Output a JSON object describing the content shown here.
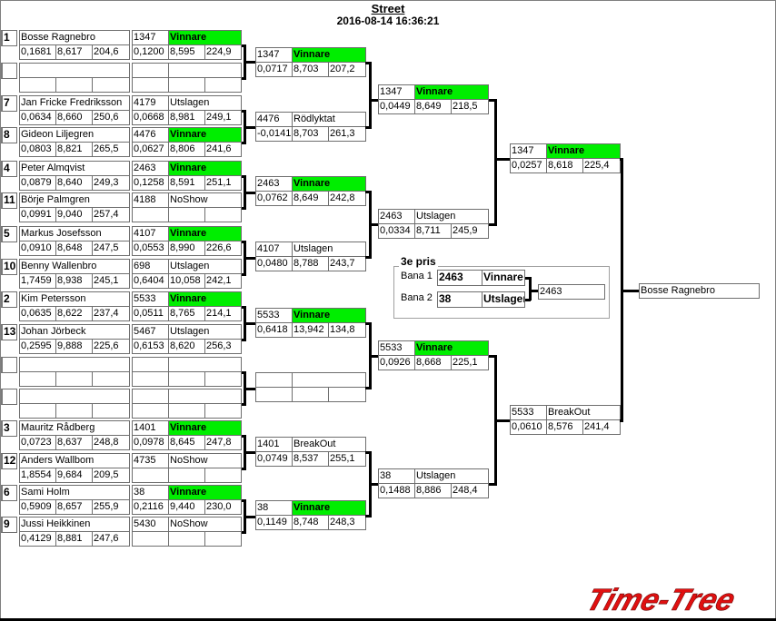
{
  "header": {
    "title": "Street",
    "timestamp": "2016-08-14 16:36:21"
  },
  "colors": {
    "winner": "#00ee00",
    "logo": "#e01010"
  },
  "round1": [
    {
      "seed": "1",
      "name": "Bosse Ragnebro",
      "rt": "0,1681",
      "et": "8,617",
      "speed": "204,6",
      "car": "1347",
      "status": "Vinnare",
      "r_rt": "0,1200",
      "r_et": "8,595",
      "r_speed": "224,9",
      "win": true
    },
    {
      "seed": "",
      "name": "",
      "rt": "",
      "et": "",
      "speed": "",
      "car": "",
      "status": "",
      "r_rt": "",
      "r_et": "",
      "r_speed": "",
      "win": false
    },
    {
      "seed": "7",
      "name": "Jan Fricke Fredriksson",
      "rt": "0,0634",
      "et": "8,660",
      "speed": "250,6",
      "car": "4179",
      "status": "Utslagen",
      "r_rt": "0,0668",
      "r_et": "8,981",
      "r_speed": "249,1",
      "win": false
    },
    {
      "seed": "8",
      "name": "Gideon Liljegren",
      "rt": "0,0803",
      "et": "8,821",
      "speed": "265,5",
      "car": "4476",
      "status": "Vinnare",
      "r_rt": "0,0627",
      "r_et": "8,806",
      "r_speed": "241,6",
      "win": true
    },
    {
      "seed": "4",
      "name": "Peter Almqvist",
      "rt": "0,0879",
      "et": "8,640",
      "speed": "249,3",
      "car": "2463",
      "status": "Vinnare",
      "r_rt": "0,1258",
      "r_et": "8,591",
      "r_speed": "251,1",
      "win": true
    },
    {
      "seed": "11",
      "name": "Börje Palmgren",
      "rt": "0,0991",
      "et": "9,040",
      "speed": "257,4",
      "car": "4188",
      "status": "NoShow",
      "r_rt": "",
      "r_et": "",
      "r_speed": "",
      "win": false
    },
    {
      "seed": "5",
      "name": "Markus Josefsson",
      "rt": "0,0910",
      "et": "8,648",
      "speed": "247,5",
      "car": "4107",
      "status": "Vinnare",
      "r_rt": "0,0553",
      "r_et": "8,990",
      "r_speed": "226,6",
      "win": true
    },
    {
      "seed": "10",
      "name": "Benny Wallenbro",
      "rt": "1,7459",
      "et": "8,938",
      "speed": "245,1",
      "car": "698",
      "status": "Utslagen",
      "r_rt": "0,6404",
      "r_et": "10,058",
      "r_speed": "242,1",
      "win": false
    },
    {
      "seed": "2",
      "name": "Kim Petersson",
      "rt": "0,0635",
      "et": "8,622",
      "speed": "237,4",
      "car": "5533",
      "status": "Vinnare",
      "r_rt": "0,0511",
      "r_et": "8,765",
      "r_speed": "214,1",
      "win": true
    },
    {
      "seed": "13",
      "name": "Johan Jörbeck",
      "rt": "0,2595",
      "et": "9,888",
      "speed": "225,6",
      "car": "5467",
      "status": "Utslagen",
      "r_rt": "0,6153",
      "r_et": "8,620",
      "r_speed": "256,3",
      "win": false
    },
    {
      "seed": "",
      "name": "",
      "rt": "",
      "et": "",
      "speed": "",
      "car": "",
      "status": "",
      "r_rt": "",
      "r_et": "",
      "r_speed": "",
      "win": false
    },
    {
      "seed": "",
      "name": "",
      "rt": "",
      "et": "",
      "speed": "",
      "car": "",
      "status": "",
      "r_rt": "",
      "r_et": "",
      "r_speed": "",
      "win": false
    },
    {
      "seed": "3",
      "name": "Mauritz Rådberg",
      "rt": "0,0723",
      "et": "8,637",
      "speed": "248,8",
      "car": "1401",
      "status": "Vinnare",
      "r_rt": "0,0978",
      "r_et": "8,645",
      "r_speed": "247,8",
      "win": true
    },
    {
      "seed": "12",
      "name": "Anders  Wallbom",
      "rt": "1,8554",
      "et": "9,684",
      "speed": "209,5",
      "car": "4735",
      "status": "NoShow",
      "r_rt": "",
      "r_et": "",
      "r_speed": "",
      "win": false
    },
    {
      "seed": "6",
      "name": "Sami Holm",
      "rt": "0,5909",
      "et": "8,657",
      "speed": "255,9",
      "car": "38",
      "status": "Vinnare",
      "r_rt": "0,2116",
      "r_et": "9,440",
      "r_speed": "230,0",
      "win": true
    },
    {
      "seed": "9",
      "name": "Jussi Heikkinen",
      "rt": "0,4129",
      "et": "8,881",
      "speed": "247,6",
      "car": "5430",
      "status": "NoShow",
      "r_rt": "",
      "r_et": "",
      "r_speed": "",
      "win": false
    }
  ],
  "round2": [
    {
      "car": "1347",
      "status": "Vinnare",
      "rt": "0,0717",
      "et": "8,703",
      "speed": "207,2",
      "win": true
    },
    {
      "car": "4476",
      "status": "Rödlyktat",
      "rt": "-0,0141",
      "et": "8,703",
      "speed": "261,3",
      "win": false
    },
    {
      "car": "2463",
      "status": "Vinnare",
      "rt": "0,0762",
      "et": "8,649",
      "speed": "242,8",
      "win": true
    },
    {
      "car": "4107",
      "status": "Utslagen",
      "rt": "0,0480",
      "et": "8,788",
      "speed": "243,7",
      "win": false
    },
    {
      "car": "5533",
      "status": "Vinnare",
      "rt": "0,6418",
      "et": "13,942",
      "speed": "134,8",
      "win": true
    },
    {
      "car": "",
      "status": "",
      "rt": "",
      "et": "",
      "speed": "",
      "win": false
    },
    {
      "car": "1401",
      "status": "BreakOut",
      "rt": "0,0749",
      "et": "8,537",
      "speed": "255,1",
      "win": false
    },
    {
      "car": "38",
      "status": "Vinnare",
      "rt": "0,1149",
      "et": "8,748",
      "speed": "248,3",
      "win": true
    }
  ],
  "round3": [
    {
      "car": "1347",
      "status": "Vinnare",
      "rt": "0,0449",
      "et": "8,649",
      "speed": "218,5",
      "win": true
    },
    {
      "car": "2463",
      "status": "Utslagen",
      "rt": "0,0334",
      "et": "8,711",
      "speed": "245,9",
      "win": false
    },
    {
      "car": "5533",
      "status": "Vinnare",
      "rt": "0,0926",
      "et": "8,668",
      "speed": "225,1",
      "win": true
    },
    {
      "car": "38",
      "status": "Utslagen",
      "rt": "0,1488",
      "et": "8,886",
      "speed": "248,4",
      "win": false
    }
  ],
  "round4": [
    {
      "car": "1347",
      "status": "Vinnare",
      "rt": "0,0257",
      "et": "8,618",
      "speed": "225,4",
      "win": true
    },
    {
      "car": "5533",
      "status": "BreakOut",
      "rt": "0,0610",
      "et": "8,576",
      "speed": "241,4",
      "win": false
    }
  ],
  "final": {
    "winner": "Bosse Ragnebro"
  },
  "third_place": {
    "title": "3e pris",
    "lanes": [
      {
        "label": "Bana 1",
        "car": "2463",
        "status": "Vinnare"
      },
      {
        "label": "Bana 2",
        "car": "38",
        "status": "Utslagen"
      }
    ],
    "result": "2463"
  },
  "logo": {
    "text": "Time-Tree"
  }
}
